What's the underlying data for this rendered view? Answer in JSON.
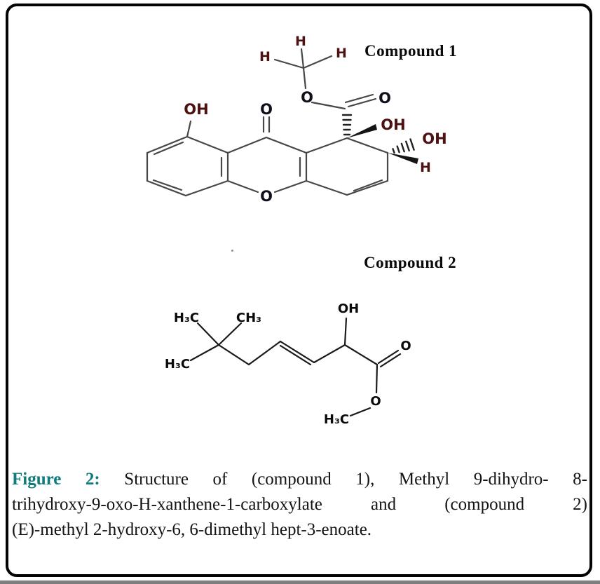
{
  "compound1": {
    "title": "Compound 1",
    "atoms": {
      "oh_phenol": "OH",
      "o_ketone": "O",
      "o_ring": "O",
      "h_methyl_top": "H",
      "h_methyl_left": "H",
      "h_methyl_right": "H",
      "o_ester": "O",
      "o_carbonyl": "O",
      "oh_c1": "OH",
      "oh_c2": "OH",
      "h_c2": "H"
    }
  },
  "compound2": {
    "title": "Compound 2",
    "atoms": {
      "methyl_top_left": "H₃C",
      "methyl_top_right": "CH₃",
      "methyl_mid_left": "H₃C",
      "oh": "OH",
      "o_carbonyl": "O",
      "o_ester": "O",
      "methyl_ester": "H₃C"
    }
  },
  "caption": {
    "figure_label": "Figure 2:",
    "line1_rest": " Structure of (compound 1), Methyl 9-dihydro- 8-",
    "line2": "trihydroxy-9-oxo-H-xanthene-1-carboxylate and (compound 2)",
    "line3": "(E)-methyl 2-hydroxy-6, 6-dimethyl hept-3-enoate."
  },
  "colors": {
    "figure_label_teal": "#0e7c7a",
    "atom_maroon": "#4e1111",
    "atom_near_black": "#10101c",
    "bond_gray": "#474747",
    "bond_black": "#1a1a1a",
    "frame_black": "#030303",
    "bottom_bar_gray": "#7e7e7e"
  }
}
